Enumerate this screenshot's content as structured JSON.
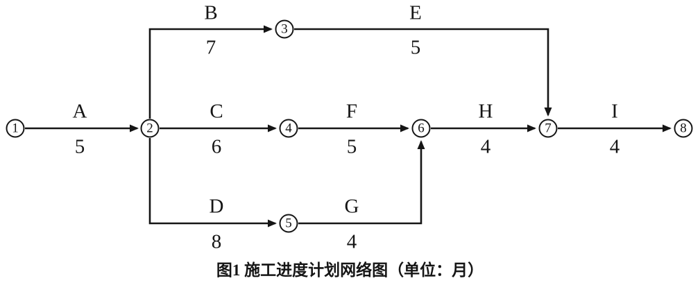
{
  "figure": {
    "caption": "图1 施工进度计划网络图（单位：月）",
    "type": "activity-on-arrow construction schedule network",
    "duration_unit": "月"
  },
  "nodes": [
    {
      "id": "1",
      "label": "1"
    },
    {
      "id": "2",
      "label": "2"
    },
    {
      "id": "3",
      "label": "3"
    },
    {
      "id": "4",
      "label": "4"
    },
    {
      "id": "5",
      "label": "5"
    },
    {
      "id": "6",
      "label": "6"
    },
    {
      "id": "7",
      "label": "7"
    },
    {
      "id": "8",
      "label": "8"
    }
  ],
  "activities": [
    {
      "name": "A",
      "duration": "5",
      "from": "1",
      "to": "2"
    },
    {
      "name": "B",
      "duration": "7",
      "from": "2",
      "to": "3"
    },
    {
      "name": "C",
      "duration": "6",
      "from": "2",
      "to": "4"
    },
    {
      "name": "D",
      "duration": "8",
      "from": "2",
      "to": "5"
    },
    {
      "name": "E",
      "duration": "5",
      "from": "3",
      "to": "7"
    },
    {
      "name": "F",
      "duration": "5",
      "from": "4",
      "to": "6"
    },
    {
      "name": "G",
      "duration": "4",
      "from": "5",
      "to": "6"
    },
    {
      "name": "H",
      "duration": "4",
      "from": "6",
      "to": "7"
    },
    {
      "name": "I",
      "duration": "4",
      "from": "7",
      "to": "8"
    }
  ]
}
